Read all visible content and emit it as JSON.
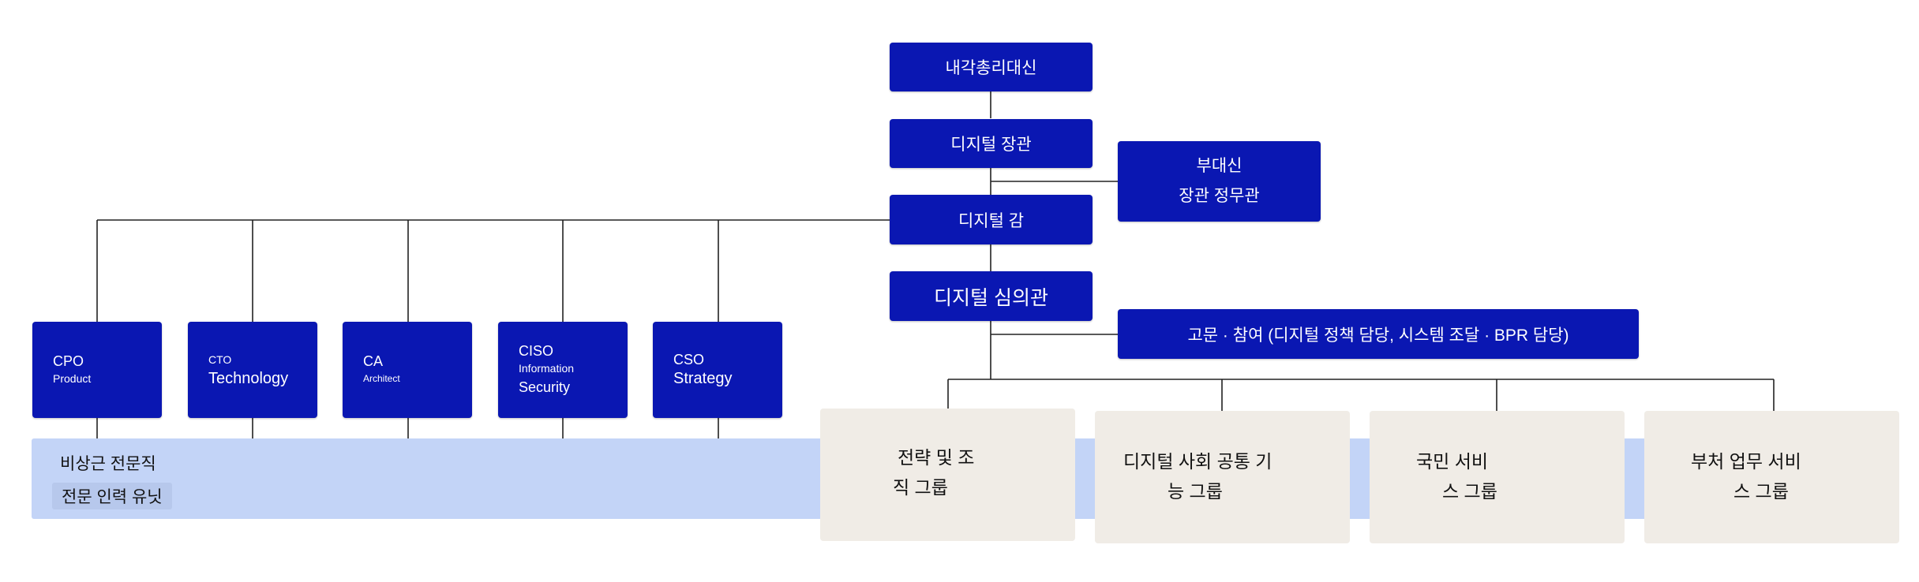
{
  "org": {
    "prime_minister": "내각총리대신",
    "minister": "디지털 장관",
    "deputy": {
      "line1": "부대신",
      "line2": "장관 정무관"
    },
    "director": "디지털 감",
    "councilor": "디지털 심의관",
    "advisors": "고문 · 참여 (디지털 정책 담당, 시스템 조달 · BPR 담당)",
    "roles": [
      {
        "abbr": "CPO",
        "name": "Product"
      },
      {
        "abbr": "CTO",
        "name": "Technology"
      },
      {
        "abbr": "CA",
        "name": "Architect"
      },
      {
        "abbr": "CISO",
        "name_line1": "Information",
        "name_line2": "Security"
      },
      {
        "abbr": "CSO",
        "name": "Strategy"
      }
    ],
    "expert_unit": {
      "line1": "비상근 전문직",
      "line2": "전문 인력 유닛"
    },
    "groups": [
      {
        "line1": "전략 및 조",
        "line2": "직 그룹"
      },
      {
        "line1": "디지털 사회 공통 기",
        "line2": "능 그룹"
      },
      {
        "line1": "국민 서비",
        "line2": "스 그룹"
      },
      {
        "line1": "부처 업무 서비",
        "line2": "스 그룹"
      }
    ]
  },
  "colors": {
    "box_fill": "#0a17b2",
    "band_fill": "#c3d4f7",
    "group_fill": "#f0ece6",
    "line": "#222222"
  }
}
